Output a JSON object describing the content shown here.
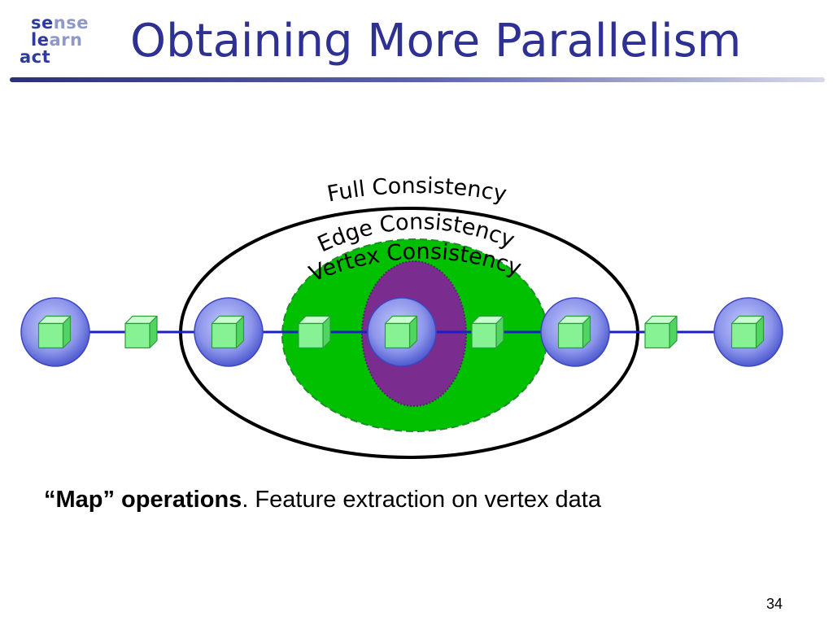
{
  "logo": {
    "line1": {
      "highlight": "se",
      "rest": "nse"
    },
    "line2": {
      "highlight": "le",
      "rest": "arn"
    },
    "line3": {
      "highlight": "act"
    }
  },
  "slide": {
    "title": "Obtaining More Parallelism",
    "page_number": "34"
  },
  "diagram": {
    "region_labels": {
      "full": "Full Consistency",
      "edge": "Edge Consistency",
      "vertex": "Vertex Consistency"
    },
    "colors": {
      "edge_region": "#00c000",
      "vertex_region": "#7a2d8e",
      "full_region_outline": "#000000",
      "chain_line": "#1a1fc8",
      "vertex_halo": "#6f78e0",
      "data_cube": "#7df08a"
    },
    "chain": [
      "vertex",
      "edge",
      "vertex",
      "edge",
      "vertex",
      "edge",
      "vertex",
      "edge",
      "vertex"
    ]
  },
  "caption": {
    "bold": "“Map” operations",
    "rest": ". Feature extraction on vertex data"
  }
}
